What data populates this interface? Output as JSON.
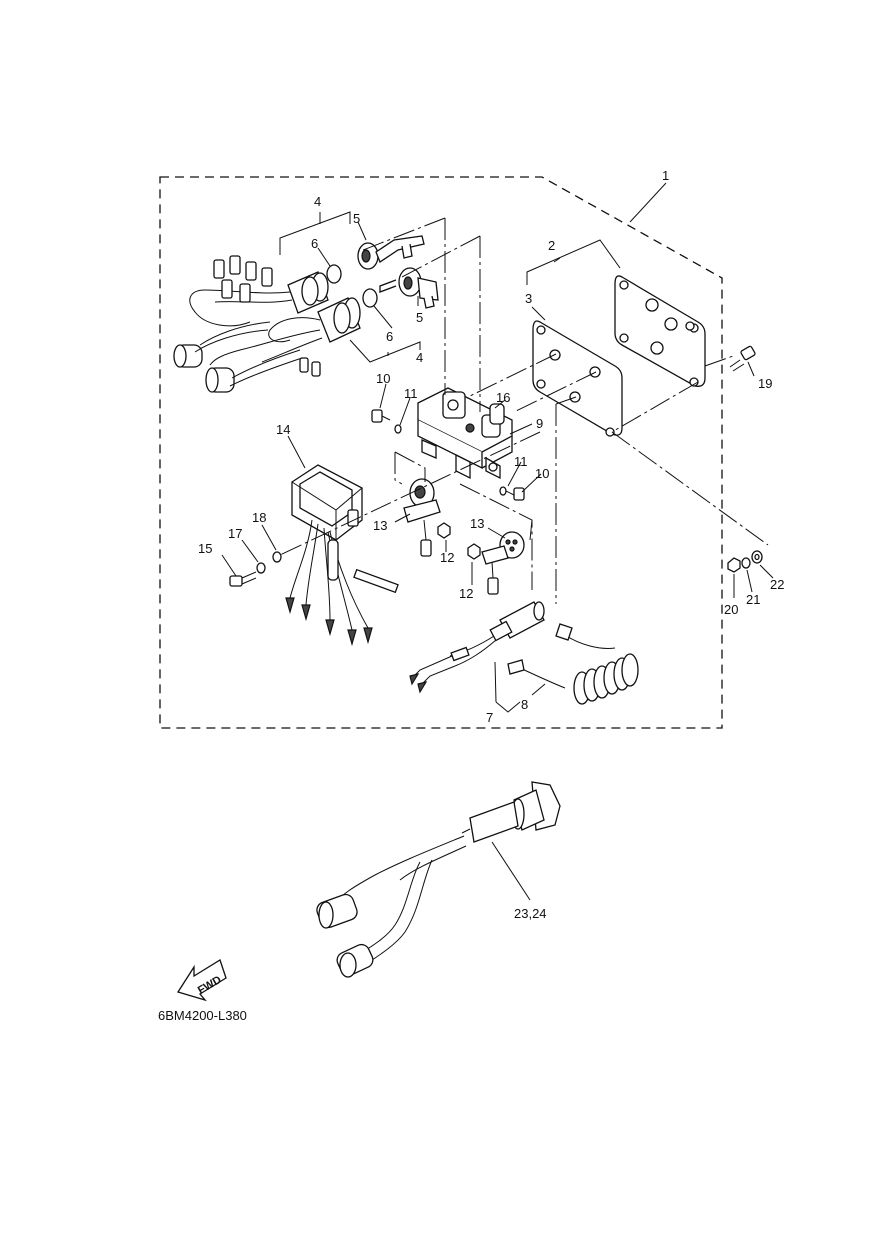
{
  "diagram": {
    "code": "6BM4200-L380",
    "fwd_label": "FWD",
    "callouts": {
      "c1": "1",
      "c2": "2",
      "c3": "3",
      "c4a": "4",
      "c4b": "4",
      "c5a": "5",
      "c5b": "5",
      "c6a": "6",
      "c6b": "6",
      "c7": "7",
      "c8": "8",
      "c9": "9",
      "c10a": "10",
      "c10b": "10",
      "c11a": "11",
      "c11b": "11",
      "c12a": "12",
      "c12b": "12",
      "c13a": "13",
      "c13b": "13",
      "c14": "14",
      "c15": "15",
      "c16": "16",
      "c17": "17",
      "c18": "18",
      "c19": "19",
      "c20": "20",
      "c21": "21",
      "c22": "22",
      "c2324": "23,24"
    }
  }
}
